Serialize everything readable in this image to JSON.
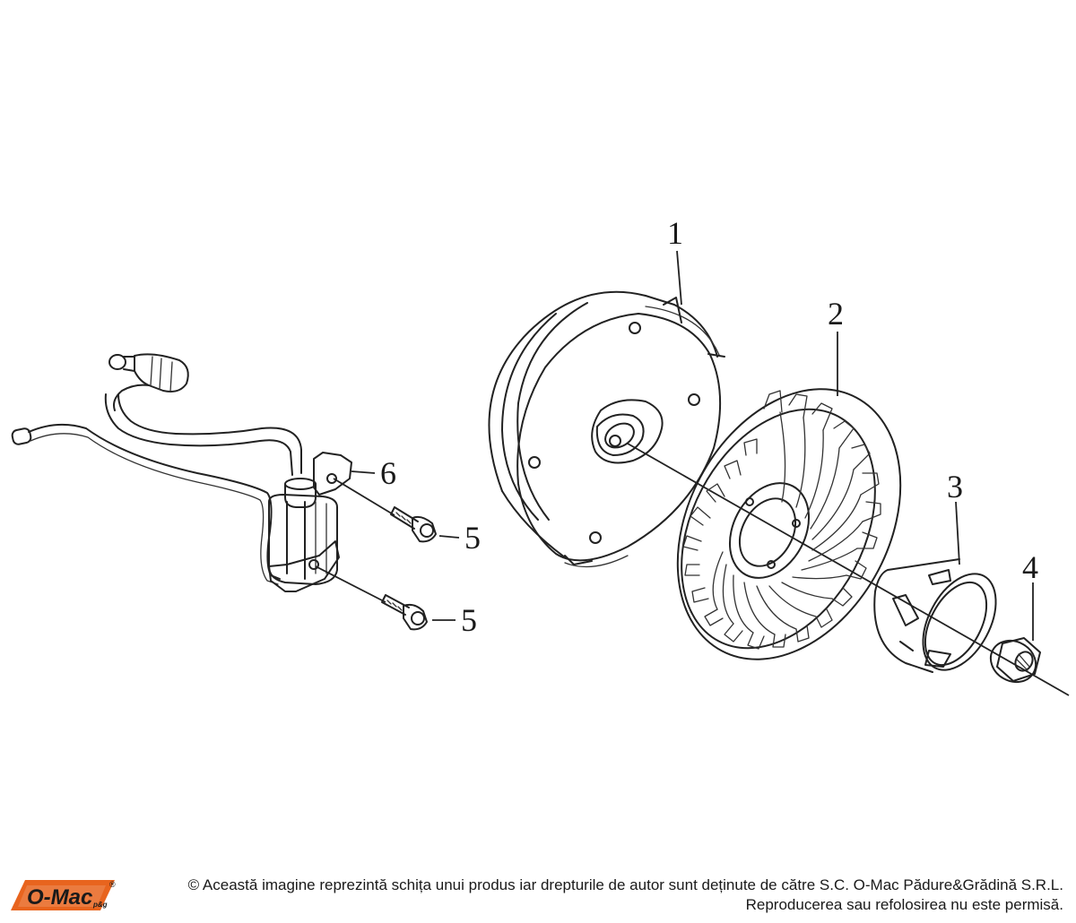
{
  "labels": {
    "flywheel": "1",
    "fan": "2",
    "starter_cup": "3",
    "nut": "4",
    "bolt_upper": "5",
    "bolt_lower": "5",
    "ignition_coil": "6"
  },
  "logo": {
    "text": "O-Mac",
    "suffix": "p&g",
    "registered": "®",
    "accent_color": "#e8641e"
  },
  "copyright": {
    "line1": "© Această imagine reprezintă schița unui produs iar drepturile de autor sunt deținute de către S.C. O-Mac Pădure&Grădină S.R.L.",
    "line2": "Reproducerea sau refolosirea nu este permisă."
  }
}
